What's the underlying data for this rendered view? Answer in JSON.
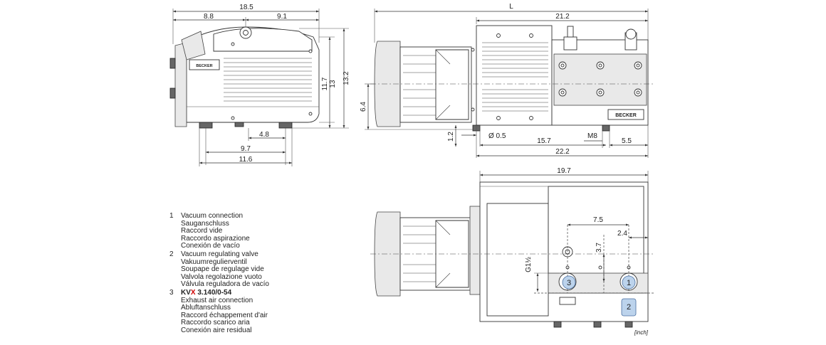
{
  "dimensions": {
    "d_18_5": "18.5",
    "d_8_8": "8.8",
    "d_9_1": "9.1",
    "d_11_7": "11.7",
    "d_13": "13",
    "d_13_2": "13.2",
    "d_4_8": "4.8",
    "d_9_7": "9.7",
    "d_11_6": "11.6",
    "d_L": "L",
    "d_21_2": "21.2",
    "d_6_4": "6.4",
    "d_1_2": "1.2",
    "d_0_5": "Ø 0.5",
    "d_15_7": "15.7",
    "d_M8": "M8",
    "d_5_5": "5.5",
    "d_22_2": "22.2",
    "d_19_7": "19.7",
    "d_7_5": "7.5",
    "d_2_4": "2.4",
    "d_3_7": "3.7",
    "d_G1": "G1½",
    "unit": "[inch]"
  },
  "brand": {
    "side_label": "BECKER",
    "front_label": "BECKER"
  },
  "callouts": {
    "c1": "1",
    "c2": "2",
    "c3": "3"
  },
  "legend": {
    "items": [
      {
        "num": "1",
        "lines": [
          "Vacuum connection",
          "Sauganschluss",
          "Raccord vide",
          "Raccordo aspirazione",
          "Conexión de vacío"
        ]
      },
      {
        "num": "2",
        "lines": [
          "Vacuum regulating valve",
          "Vakuumregulierventil",
          "Soupape de regulage vide",
          "Valvola regolazione vuoto",
          "Válvula reguladora de vacío"
        ]
      },
      {
        "num": "3",
        "model_prefix": "KV",
        "model_x": "X",
        "model_suffix": " 3.140/0-54",
        "lines": [
          "Exhaust air connection",
          "Abluftanschluss",
          "Raccord échappement d'air",
          "Raccordo scarico aria",
          "Conexión aire residual"
        ]
      }
    ]
  },
  "colors": {
    "callout_fill": "#bcd3ec",
    "callout_stroke": "#4a6fa0",
    "model_highlight": "#d00000"
  }
}
